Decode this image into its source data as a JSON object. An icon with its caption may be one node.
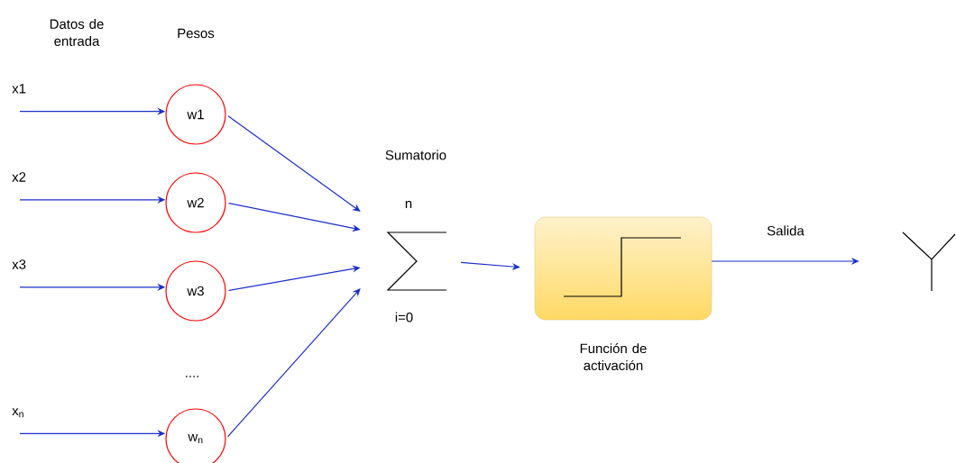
{
  "diagram": {
    "nodes": [
      {
        "text": [
          "x1"
        ]
      },
      {
        "text": [
          "x2"
        ]
      },
      {
        "text": [
          "x3"
        ]
      },
      {
        "text": [
          "x$_{n}$"
        ]
      },
      {
        "text": [
          "w1"
        ]
      },
      {
        "text": [
          "w2"
        ]
      },
      {
        "text": [
          "w3"
        ]
      },
      {
        "text": [
          "w$_{n}$"
        ]
      },
      {
        "text": [
          "Sumatorio",
          "n",
          "i=0"
        ]
      },
      {
        "text": [],
        "shape": "box",
        "beside": [
          "Función de activación"
        ]
      },
      {
        "text": [],
        "shape": "fork"
      }
    ],
    "edges": [
      {
        "from": 0,
        "to": 4,
        "arrow": "to"
      },
      {
        "from": 1,
        "to": 5,
        "arrow": "to"
      },
      {
        "from": 2,
        "to": 6,
        "arrow": "to"
      },
      {
        "from": 3,
        "to": 7,
        "arrow": "to"
      },
      {
        "from": 4,
        "to": 8,
        "arrow": "to"
      },
      {
        "from": 5,
        "to": 8,
        "arrow": "to"
      },
      {
        "from": 6,
        "to": 8,
        "arrow": "to"
      },
      {
        "from": 7,
        "to": 8,
        "arrow": "to"
      },
      {
        "from": 8,
        "to": 9,
        "arrow": "to"
      },
      {
        "from": 9,
        "to": 10,
        "arrow": "to",
        "label": "Salida"
      }
    ],
    "labels": [
      "Datos de entrada",
      "Pesos",
      "...."
    ]
  }
}
